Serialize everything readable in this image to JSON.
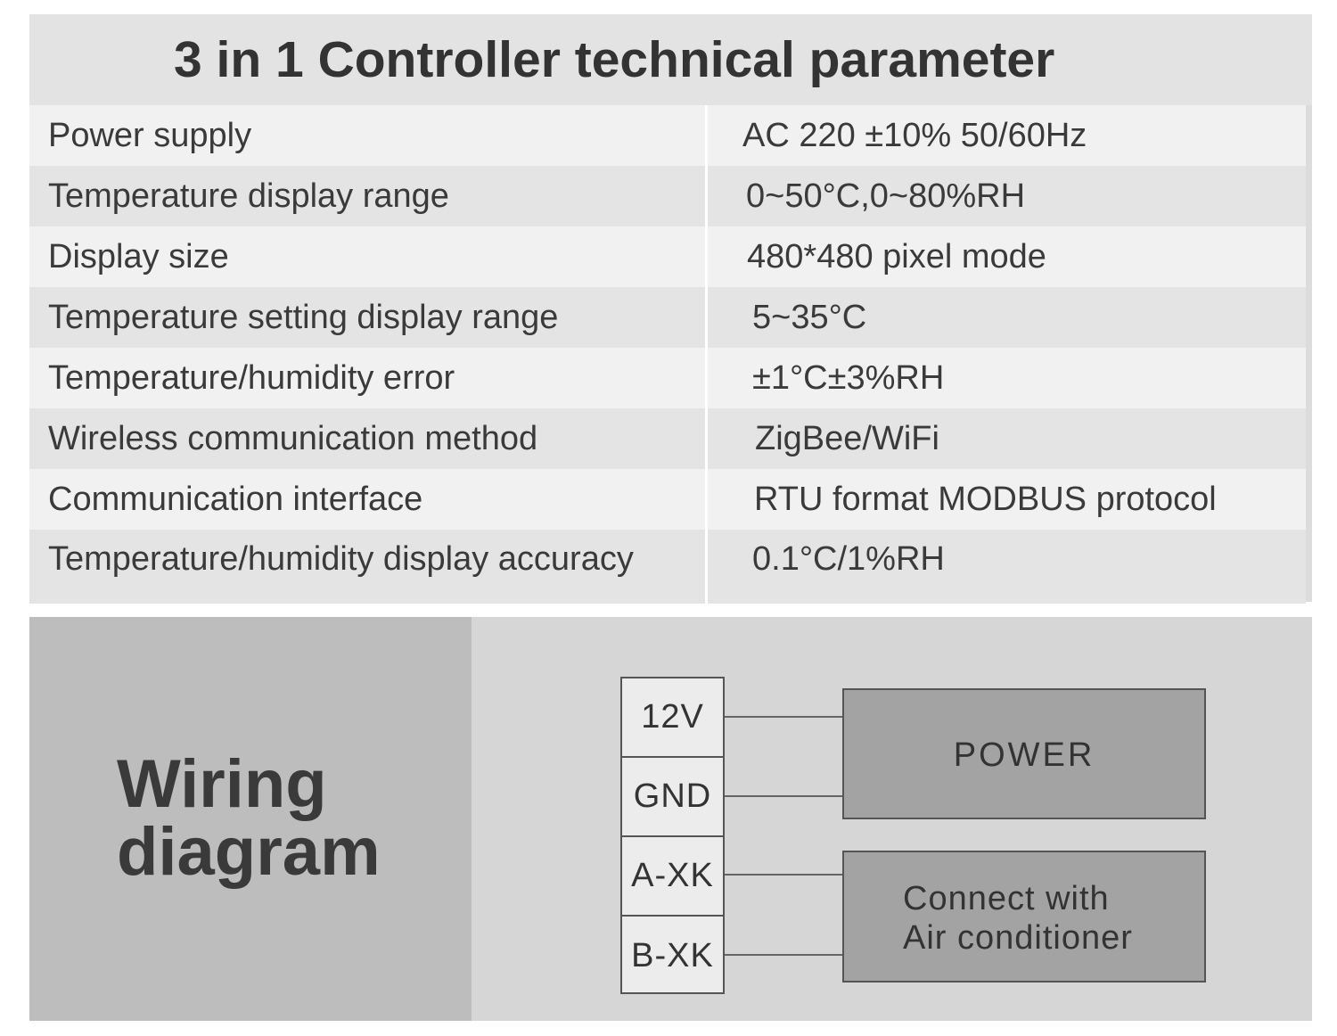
{
  "spec": {
    "title": "3 in 1 Controller technical parameter",
    "rows": [
      {
        "label": "Power supply",
        "value": "AC 220 ±10% 50/60Hz"
      },
      {
        "label": "Temperature display range",
        "value": "0~50°C,0~80%RH"
      },
      {
        "label": "Display size",
        "value": "480*480 pixel mode"
      },
      {
        "label": "Temperature setting display range",
        "value": "5~35°C"
      },
      {
        "label": "Temperature/humidity error",
        "value": "±1°C±3%RH"
      },
      {
        "label": "Wireless communication method",
        "value": "ZigBee/WiFi"
      },
      {
        "label": "Communication interface",
        "value": "RTU format MODBUS protocol"
      },
      {
        "label": "Temperature/humidity display accuracy",
        "value": "0.1°C/1%RH"
      }
    ]
  },
  "wiring": {
    "title_line1": "Wiring",
    "title_line2": "diagram",
    "terminals": [
      "12V",
      "GND",
      "A-XK",
      "B-XK"
    ],
    "power_label": "POWER",
    "ac_label_line1": "Connect with",
    "ac_label_line2": "Air conditioner"
  }
}
